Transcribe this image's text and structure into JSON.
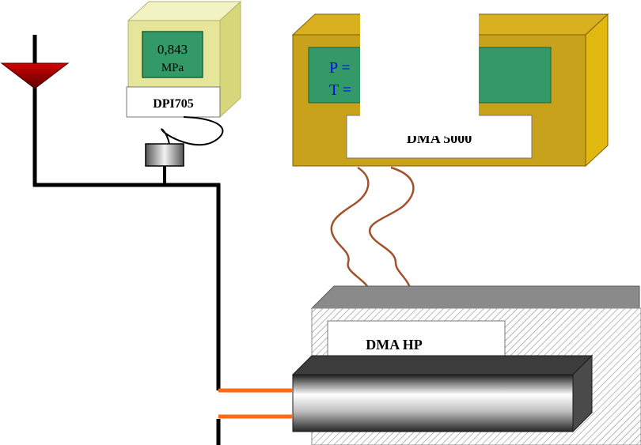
{
  "pressure_gauge": {
    "reading_value": "0,843",
    "reading_unit": "MPa",
    "model_label": "DPI705"
  },
  "density_meter": {
    "readout_p": "P =",
    "readout_t": "T =",
    "model_label": "DMA 5000"
  },
  "cell": {
    "model_label": "DMA HP"
  },
  "colors": {
    "gauge_body": "#e6e69a",
    "gauge_screen": "#339966",
    "meter_body": "#c9a21c",
    "meter_screen": "#339966",
    "readout_text": "#0000ff",
    "cable": "#a0522d",
    "pipe": "#000000",
    "valve": "#aa0000",
    "tube": "#ff6a13",
    "cell_body": "#808080"
  }
}
